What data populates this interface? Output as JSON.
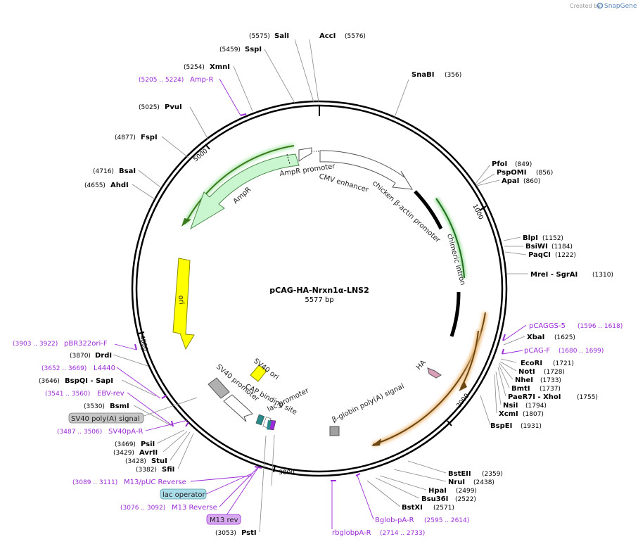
{
  "credit": {
    "prefix": "Created by",
    "brand": "SnapGene"
  },
  "plasmid": {
    "name": "pCAG-HA-Nrxn1α-LNS2",
    "length": "5577 bp"
  },
  "ticks": [
    "1000",
    "2000",
    "3000",
    "4000",
    "5000"
  ],
  "sites": [
    {
      "name": "SalI",
      "pos": "(5575)"
    },
    {
      "name": "AccI",
      "pos": "(5576)"
    },
    {
      "name": "SspI",
      "pos": "(5459)"
    },
    {
      "name": "XmnI",
      "pos": "(5254)"
    },
    {
      "name": "PvuI",
      "pos": "(5025)"
    },
    {
      "name": "FspI",
      "pos": "(4877)"
    },
    {
      "name": "BsaI",
      "pos": "(4716)"
    },
    {
      "name": "AhdI",
      "pos": "(4655)"
    },
    {
      "name": "DrdI",
      "pos": "(3870)"
    },
    {
      "name": "BspQI",
      "name2": " - SapI",
      "pos": "(3646)"
    },
    {
      "name": "BsmI",
      "pos": "(3530)"
    },
    {
      "name": "PsiI",
      "pos": "(3469)"
    },
    {
      "name": "AvrII",
      "pos": "(3429)"
    },
    {
      "name": "StuI",
      "pos": "(3428)"
    },
    {
      "name": "SfiI",
      "pos": "(3382)"
    },
    {
      "name": "PstI",
      "pos": "(3053)"
    },
    {
      "name": "SnaBI",
      "pos": "(356)"
    },
    {
      "name": "PfoI",
      "pos": "(849)"
    },
    {
      "name": "PspOMI",
      "pos": "(856)"
    },
    {
      "name": "ApaI",
      "pos": "(860)"
    },
    {
      "name": "BlpI",
      "pos": "(1152)"
    },
    {
      "name": "BsiWI",
      "pos": "(1184)"
    },
    {
      "name": "PaqCI",
      "pos": "(1222)"
    },
    {
      "name": "MreI",
      "name2": " - SgrAI",
      "pos": "(1310)"
    },
    {
      "name": "XbaI",
      "pos": "(1625)"
    },
    {
      "name": "EcoRI",
      "pos": "(1721)"
    },
    {
      "name": "NotI",
      "pos": "(1728)"
    },
    {
      "name": "NheI",
      "pos": "(1733)"
    },
    {
      "name": "BmtI",
      "pos": "(1737)"
    },
    {
      "name": "PaeR7I",
      "name2": " - XhoI",
      "pos": "(1755)"
    },
    {
      "name": "NsiI",
      "pos": "(1794)"
    },
    {
      "name": "XcmI",
      "pos": "(1807)"
    },
    {
      "name": "BspEI",
      "pos": "(1931)"
    },
    {
      "name": "BstEII",
      "pos": "(2359)"
    },
    {
      "name": "NruI",
      "pos": "(2438)"
    },
    {
      "name": "HpaI",
      "pos": "(2499)"
    },
    {
      "name": "Bsu36I",
      "pos": "(2522)"
    },
    {
      "name": "BstXI",
      "pos": "(2571)"
    }
  ],
  "primers": [
    {
      "name": "Amp-R",
      "range": "(5205 .. 5224)"
    },
    {
      "name": "pBR322ori-F",
      "range": "(3903 .. 3922)"
    },
    {
      "name": "L4440",
      "range": "(3652 .. 3669)"
    },
    {
      "name": "EBV-rev",
      "range": "(3541 .. 3560)"
    },
    {
      "name": "SV40pA-R",
      "range": "(3487 .. 3506)"
    },
    {
      "name": "M13/pUC Reverse",
      "range": "(3089 .. 3111)"
    },
    {
      "name": "M13 Reverse",
      "range": "(3076 .. 3092)"
    },
    {
      "name": "pCAGGS-5",
      "range": "(1596 .. 1618)"
    },
    {
      "name": "pCAG-F",
      "range": "(1680 .. 1699)"
    },
    {
      "name": "Bglob-pA-R",
      "range": "(2595 .. 2614)"
    },
    {
      "name": "rbglobpA-R",
      "range": "(2714 .. 2733)"
    }
  ],
  "boxed_labels": {
    "sv40_signal": "SV40 poly(A) signal",
    "lac_operator": "lac operator",
    "m13_rev": "M13 rev"
  },
  "features": {
    "amp_promoter": "AmpR promoter",
    "cmv": "CMV enhancer",
    "chicken": "chicken β-actin promoter",
    "chimeric": "chimeric intron",
    "ampr": "AmpR",
    "ori": "ori",
    "sv40_ori": "SV40 ori",
    "sv40_promoter": "SV40 promoter",
    "cap": "CAP binding site",
    "lac_promoter": "lac promoter",
    "bglobin": "β-globin poly(A) signal",
    "ha": "HA"
  },
  "colors": {
    "amp": "#c9f5cf",
    "ori": "#ffff00",
    "primer": "#9a2bd6",
    "polyA": "#e0a040"
  }
}
